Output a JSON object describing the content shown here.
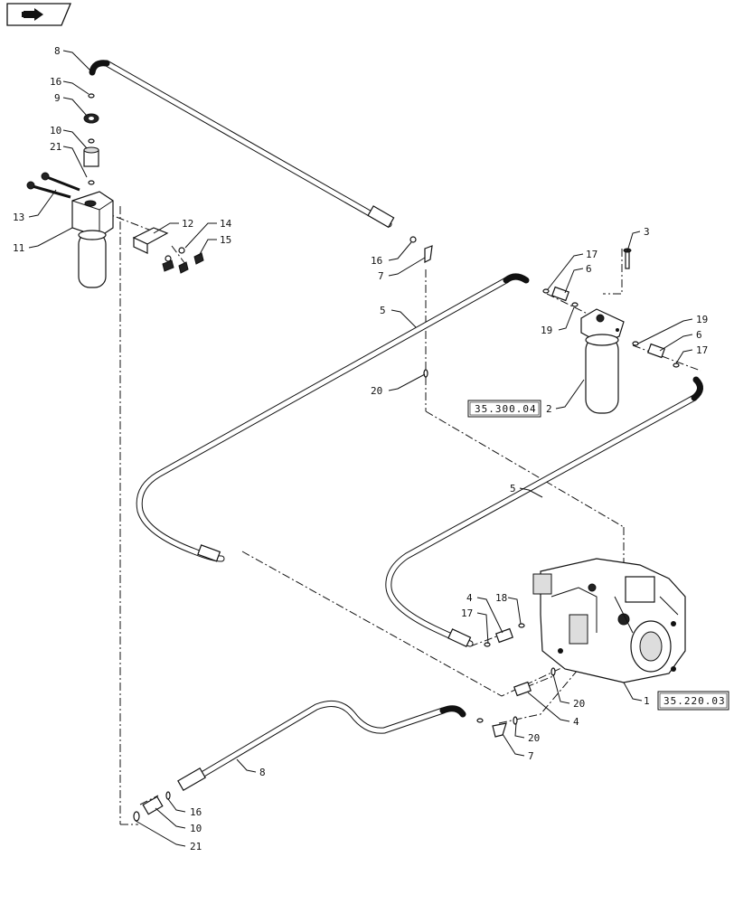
{
  "callouts": [
    {
      "id": "c-8-top",
      "text": "8"
    },
    {
      "id": "c-16-top",
      "text": "16"
    },
    {
      "id": "c-9",
      "text": "9"
    },
    {
      "id": "c-10-top",
      "text": "10"
    },
    {
      "id": "c-21-top",
      "text": "21"
    },
    {
      "id": "c-13",
      "text": "13"
    },
    {
      "id": "c-11",
      "text": "11"
    },
    {
      "id": "c-12",
      "text": "12"
    },
    {
      "id": "c-14",
      "text": "14"
    },
    {
      "id": "c-15",
      "text": "15"
    },
    {
      "id": "c-16-mid",
      "text": "16"
    },
    {
      "id": "c-7-mid",
      "text": "7"
    },
    {
      "id": "c-3",
      "text": "3"
    },
    {
      "id": "c-17-a",
      "text": "17"
    },
    {
      "id": "c-6-a",
      "text": "6"
    },
    {
      "id": "c-19-a",
      "text": "19"
    },
    {
      "id": "c-19-b",
      "text": "19"
    },
    {
      "id": "c-6-b",
      "text": "6"
    },
    {
      "id": "c-17-b",
      "text": "17"
    },
    {
      "id": "c-5-top",
      "text": "5"
    },
    {
      "id": "c-20-top",
      "text": "20"
    },
    {
      "id": "c-2",
      "text": "2"
    },
    {
      "id": "c-5-mid",
      "text": "5"
    },
    {
      "id": "c-4-a",
      "text": "4"
    },
    {
      "id": "c-18",
      "text": "18"
    },
    {
      "id": "c-17-c",
      "text": "17"
    },
    {
      "id": "c-1",
      "text": "1"
    },
    {
      "id": "c-20-mid",
      "text": "20"
    },
    {
      "id": "c-4-b",
      "text": "4"
    },
    {
      "id": "c-20-low",
      "text": "20"
    },
    {
      "id": "c-7-low",
      "text": "7"
    },
    {
      "id": "c-8-low",
      "text": "8"
    },
    {
      "id": "c-16-low",
      "text": "16"
    },
    {
      "id": "c-10-low",
      "text": "10"
    },
    {
      "id": "c-21-low",
      "text": "21"
    }
  ],
  "reference_boxes": {
    "filter_ref": "35.300.04",
    "pump_ref": "35.220.03"
  },
  "nav": {
    "icon": "navigation-arrow-icon"
  }
}
